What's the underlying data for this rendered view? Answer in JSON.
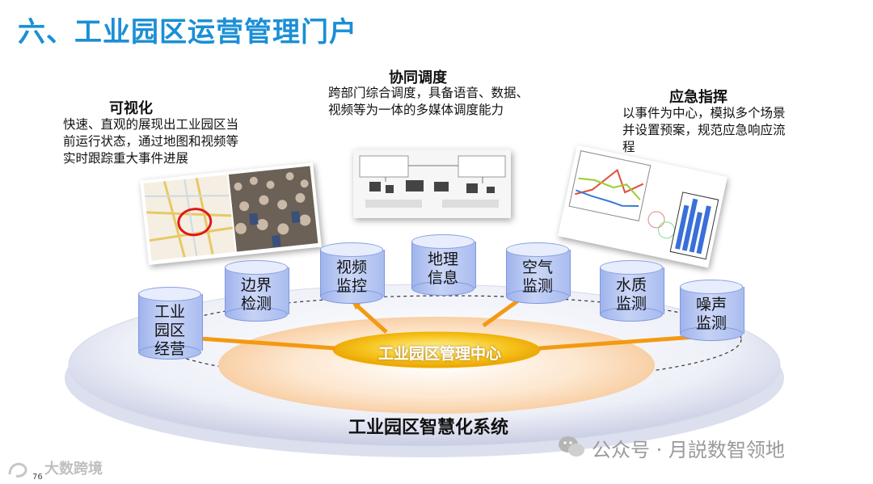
{
  "page_title": "六、工业园区运营管理门户",
  "features": {
    "visual": {
      "title": "可视化",
      "desc": "快速、直观的展现出工业园区当前运行状态，通过地图和视频等实时跟踪重大事件进展"
    },
    "dispatch": {
      "title": "协同调度",
      "desc": "跨部门综合调度，具备语音、数据、视频等为一体的多媒体调度能力"
    },
    "emergency": {
      "title": "应急指挥",
      "desc": "以事件为中心，模拟多个场景并设置预案，规范应急响应流程"
    }
  },
  "modules": [
    {
      "label": "工业\n园区\n经营"
    },
    {
      "label": "边界\n检测"
    },
    {
      "label": "视频\n监控"
    },
    {
      "label": "地理\n信息"
    },
    {
      "label": "空气\n监测"
    },
    {
      "label": "水质\n监测"
    },
    {
      "label": "噪声\n监测"
    }
  ],
  "center_label": "工业园区管理中心",
  "system_label": "工业园区智慧化系统",
  "watermark": "公众号 · 月説数智领地",
  "watermark2": "大数跨境",
  "page_number": "76",
  "colors": {
    "title": "#1a8fd6",
    "arrow": "#f39a12",
    "cylinder": "#b4c4f0"
  }
}
